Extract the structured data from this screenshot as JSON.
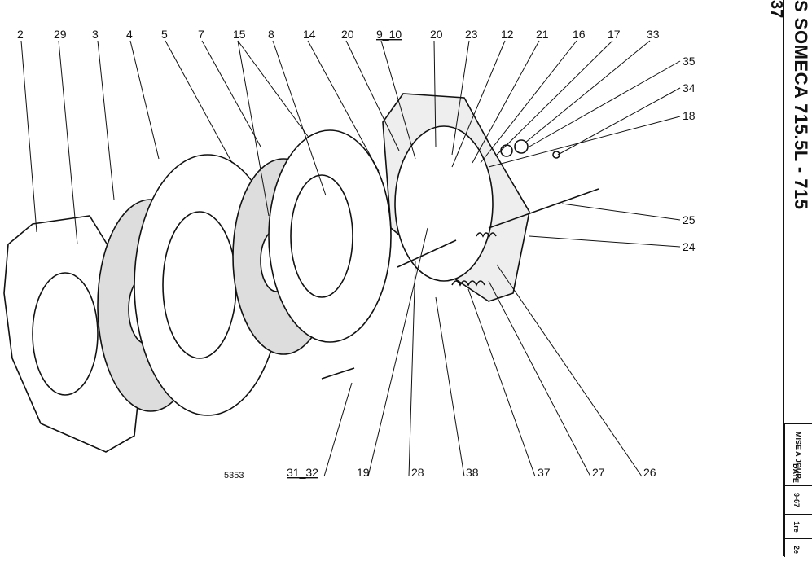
{
  "document": {
    "title": "S SOMECA 715.5L - 715",
    "page_number": "37",
    "plate_number": "5353"
  },
  "labels": {
    "top": [
      "2",
      "29",
      "3",
      "4",
      "5",
      "7",
      "15",
      "8",
      "14",
      "20",
      "9_10",
      "20",
      "23",
      "12",
      "21",
      "16",
      "17",
      "33"
    ],
    "right": [
      "35",
      "34",
      "18",
      "25",
      "24"
    ],
    "bottom": [
      "31_32",
      "19",
      "28",
      "38",
      "37",
      "27",
      "26"
    ]
  },
  "update_table": {
    "header": "MISE A JOUR",
    "date_label": "DATE",
    "date_value": "9-67",
    "col1": "1re",
    "col2": "2e"
  }
}
